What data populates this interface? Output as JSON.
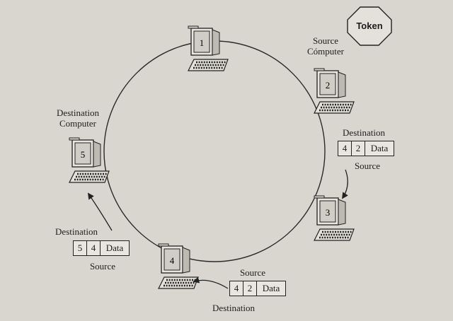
{
  "token": {
    "label": "Token"
  },
  "computers": [
    {
      "id": "pc-1",
      "number": "1"
    },
    {
      "id": "pc-2",
      "number": "2"
    },
    {
      "id": "pc-3",
      "number": "3"
    },
    {
      "id": "pc-4",
      "number": "4"
    },
    {
      "id": "pc-5",
      "number": "5"
    }
  ],
  "labels": {
    "source_computer_line1": "Source",
    "source_computer_line2": "Cómputer",
    "destination_computer_line1": "Destination",
    "destination_computer_line2": "Computer"
  },
  "frames": [
    {
      "id": "frame-right",
      "top_label": "Destination",
      "bottom_label": "Source",
      "fields": [
        "4",
        "2",
        "Data"
      ]
    },
    {
      "id": "frame-bottom",
      "top_label": "Source",
      "bottom_label": "Destination",
      "fields": [
        "4",
        "2",
        "Data"
      ]
    },
    {
      "id": "frame-left",
      "top_label": "Destination",
      "bottom_label": "Source",
      "fields": [
        "5",
        "4",
        "Data"
      ]
    }
  ],
  "colors": {
    "paper": "#d9d6cf",
    "ink": "#222222",
    "screen": "#cfcdc6"
  }
}
